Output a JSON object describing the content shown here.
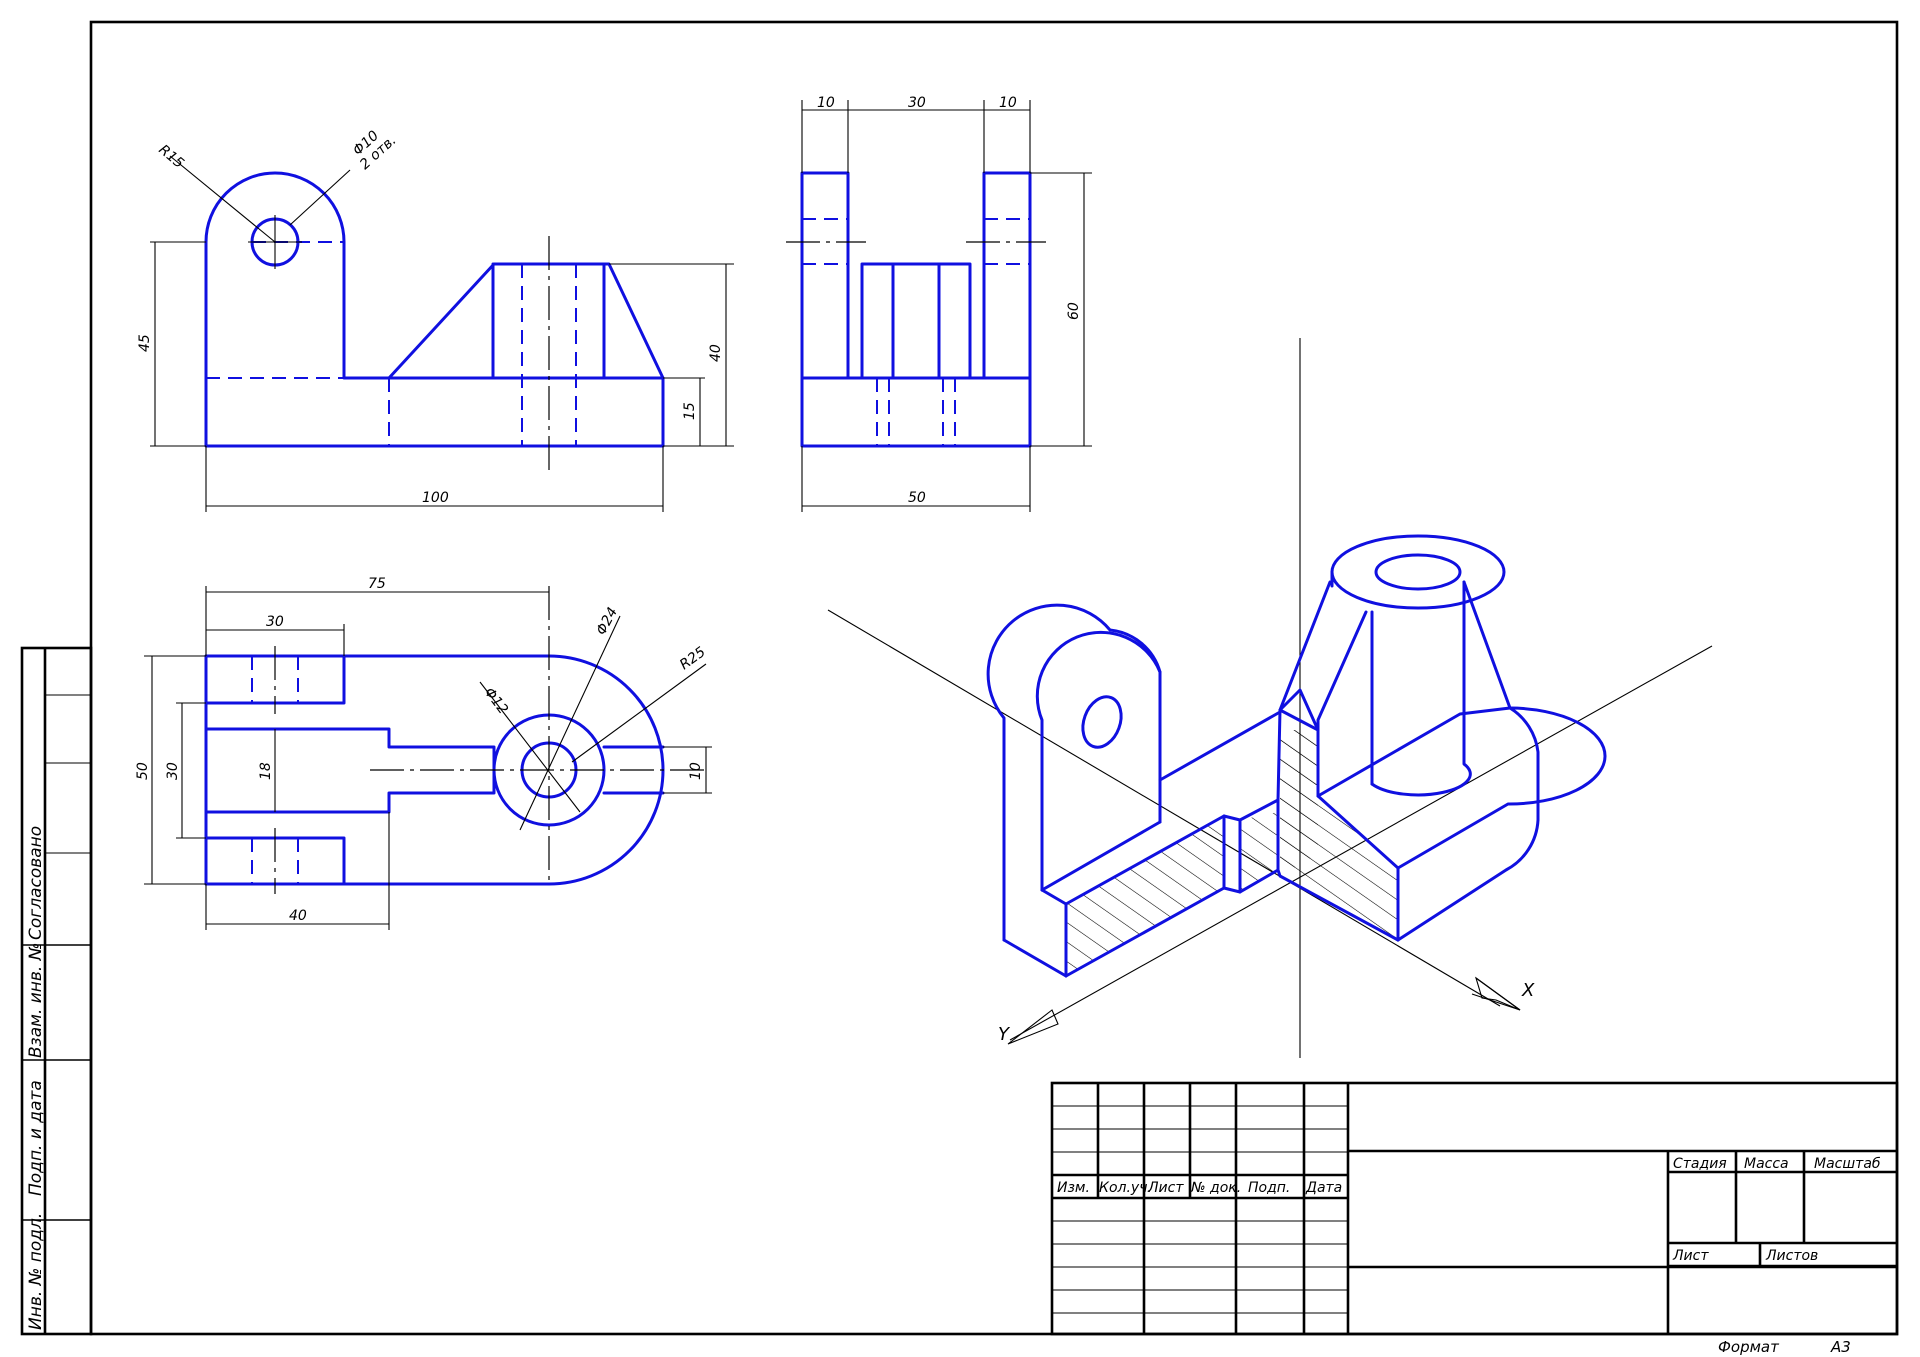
{
  "dimensions": {
    "front_r15": "R15",
    "front_hole_d": "Φ10",
    "front_hole_count": "2 отв.",
    "front_h45": "45",
    "front_h40": "40",
    "front_h15": "15",
    "front_w100": "100",
    "side_w10_left": "10",
    "side_w30": "30",
    "side_w10_right": "10",
    "side_h60": "60",
    "side_w50": "50",
    "top_w75": "75",
    "top_w30": "30",
    "top_d24": "Φ24",
    "top_r25": "R25",
    "top_d12": "Φ12",
    "top_h50": "50",
    "top_h30": "30",
    "top_h18": "18",
    "top_h10": "10",
    "top_w40": "40"
  },
  "axes": {
    "x": "X",
    "y": "Y"
  },
  "side_stamp": {
    "agreed": "Согласовано",
    "replace_inv": "Взам. инв. №",
    "sign_date": "Подп. и дата",
    "inv_orig": "Инв. № подл."
  },
  "title_block": {
    "izm": "Изм.",
    "kol": "Кол.уч.",
    "list": "Лист",
    "ndok": "№ док.",
    "podp": "Подп.",
    "data": "Дата",
    "stage": "Стадия",
    "mass": "Масса",
    "scale": "Масштаб",
    "sheet": "Лист",
    "sheets": "Листов"
  },
  "format_label": "Формат",
  "format_value": "А3",
  "colors": {
    "outline": "#1010e0",
    "frame": "#000000"
  }
}
